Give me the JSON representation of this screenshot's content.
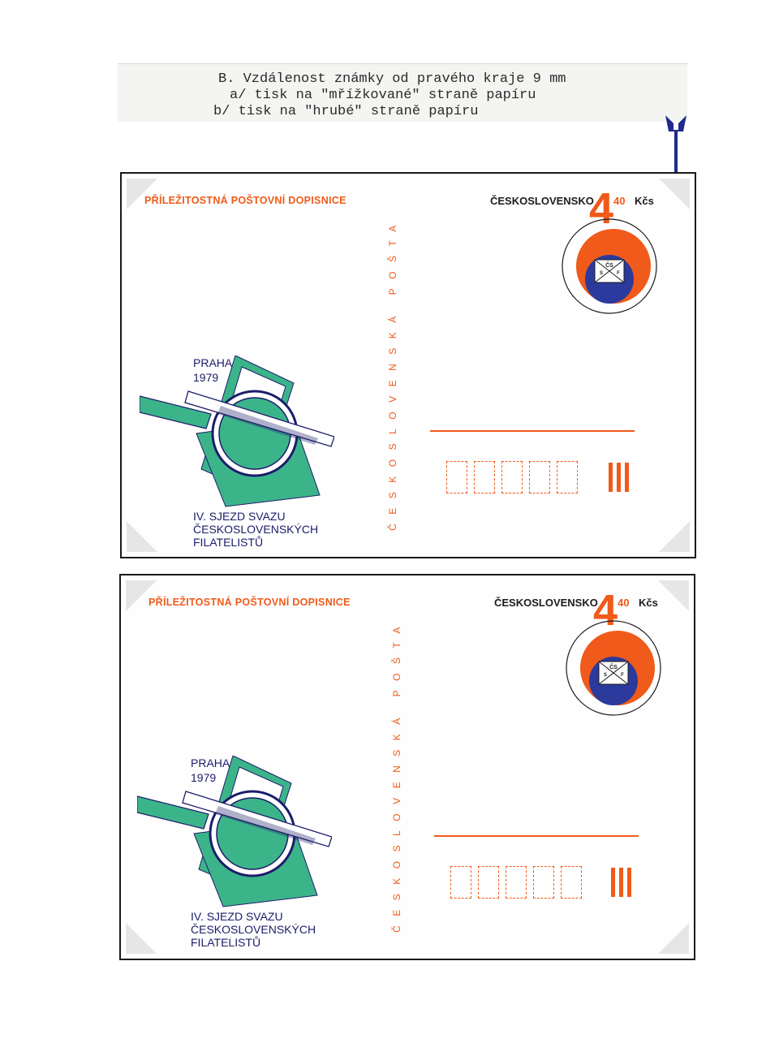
{
  "note": {
    "line1": "B. Vzdálenost známky od pravého kraje 9 mm",
    "line2": "a/ tisk na \"mřížkované\" straně papíru",
    "line3": "b/ tisk na \"hrubé\" straně papíru"
  },
  "cards": [
    {
      "card_type": "PŘÍLEŽITOSTNÁ POŠTOVNÍ DOPISNICE",
      "vertical_text": "ČESKOSLOVENSKÁ POŠTA",
      "country": "ČESKOSLOVENSKO",
      "stamp_number": "4",
      "stamp_value": "40",
      "stamp_currency": "Kčs",
      "stamp_emblem": "ČSF",
      "logo_city": "PRAHA",
      "logo_year": "1979",
      "congress_line1": "IV. SJEZD SVAZU",
      "congress_line2": "ČESKOSLOVENSKÝCH",
      "congress_line3": "FILATELISTŮ"
    },
    {
      "card_type": "PŘÍLEŽITOSTNÁ POŠTOVNÍ DOPISNICE",
      "vertical_text": "ČESKOSLOVENSKÁ POŠTA",
      "country": "ČESKOSLOVENSKO",
      "stamp_number": "4",
      "stamp_value": "40",
      "stamp_currency": "Kčs",
      "stamp_emblem": "ČSF",
      "logo_city": "PRAHA",
      "logo_year": "1979",
      "congress_line1": "IV. SJEZD SVAZU",
      "congress_line2": "ČESKOSLOVENSKÝCH",
      "congress_line3": "FILATELISTŮ"
    }
  ],
  "colors": {
    "orange": "#f05a1a",
    "blue": "#2b3a9c",
    "green": "#3cb48a",
    "navy": "#1c1c6b",
    "arrow": "#1f2a8c"
  },
  "icons": [
    "down-arrow-icon",
    "magnifier-tweezers-logo",
    "stamp-emblem"
  ]
}
